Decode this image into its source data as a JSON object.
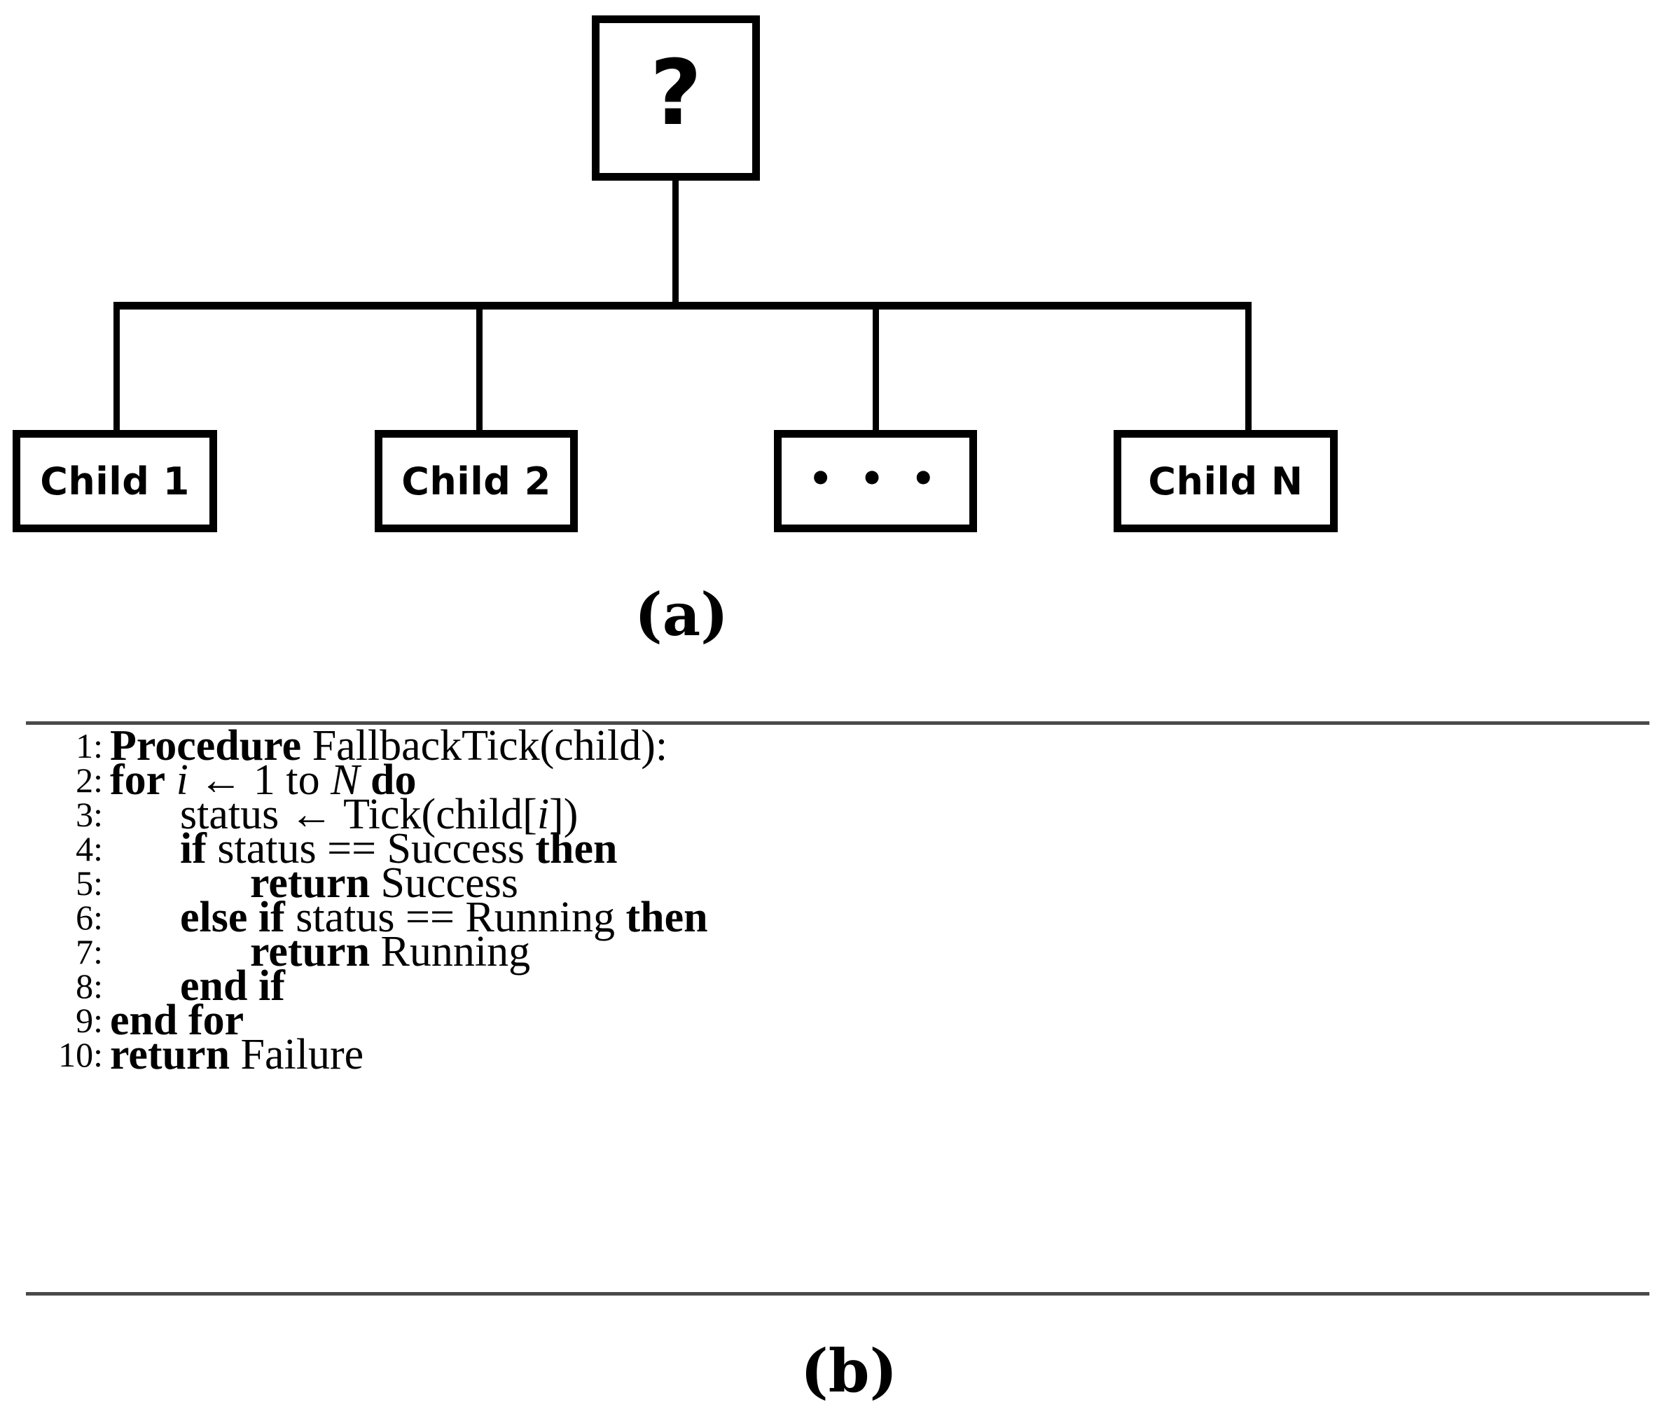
{
  "figure": {
    "subfigure_a_label": "(a)",
    "subfigure_b_label": "(b)"
  },
  "tree": {
    "root": {
      "symbol": "?",
      "name": "fallback-node"
    },
    "children": [
      {
        "label": "Child 1"
      },
      {
        "label": "Child 2"
      },
      {
        "label": "• • •"
      },
      {
        "label": "Child N"
      }
    ]
  },
  "algorithm": {
    "lines": [
      {
        "num": "1:",
        "indent": 0,
        "parts": [
          {
            "text": "Procedure",
            "style": "bold"
          },
          {
            "text": " FallbackTick(child):",
            "style": "normal"
          }
        ]
      },
      {
        "num": "2:",
        "indent": 0,
        "parts": [
          {
            "text": "for",
            "style": "bold"
          },
          {
            "text": " ",
            "style": "normal"
          },
          {
            "text": "i",
            "style": "italic"
          },
          {
            "text": " ← 1 to ",
            "style": "normal"
          },
          {
            "text": "N",
            "style": "italic"
          },
          {
            "text": " ",
            "style": "normal"
          },
          {
            "text": "do",
            "style": "bold"
          }
        ]
      },
      {
        "num": "3:",
        "indent": 1,
        "parts": [
          {
            "text": "status ← Tick(child[",
            "style": "normal"
          },
          {
            "text": "i",
            "style": "italic"
          },
          {
            "text": "])",
            "style": "normal"
          }
        ]
      },
      {
        "num": "4:",
        "indent": 1,
        "parts": [
          {
            "text": "if",
            "style": "bold"
          },
          {
            "text": " status == Success ",
            "style": "normal"
          },
          {
            "text": "then",
            "style": "bold"
          }
        ]
      },
      {
        "num": "5:",
        "indent": 2,
        "parts": [
          {
            "text": "return",
            "style": "bold"
          },
          {
            "text": " Success",
            "style": "normal"
          }
        ]
      },
      {
        "num": "6:",
        "indent": 1,
        "parts": [
          {
            "text": "else if",
            "style": "bold"
          },
          {
            "text": " status == Running ",
            "style": "normal"
          },
          {
            "text": "then",
            "style": "bold"
          }
        ]
      },
      {
        "num": "7:",
        "indent": 2,
        "parts": [
          {
            "text": "return",
            "style": "bold"
          },
          {
            "text": " Running",
            "style": "normal"
          }
        ]
      },
      {
        "num": "8:",
        "indent": 1,
        "parts": [
          {
            "text": "end if",
            "style": "bold"
          }
        ]
      },
      {
        "num": "9:",
        "indent": 0,
        "parts": [
          {
            "text": "end for",
            "style": "bold"
          }
        ]
      },
      {
        "num": "10:",
        "indent": 0,
        "parts": [
          {
            "text": "return",
            "style": "bold"
          },
          {
            "text": " Failure",
            "style": "normal"
          }
        ]
      }
    ]
  },
  "colors": {
    "ink": "#000000",
    "rule": "#4a4a4a",
    "background": "#ffffff"
  }
}
